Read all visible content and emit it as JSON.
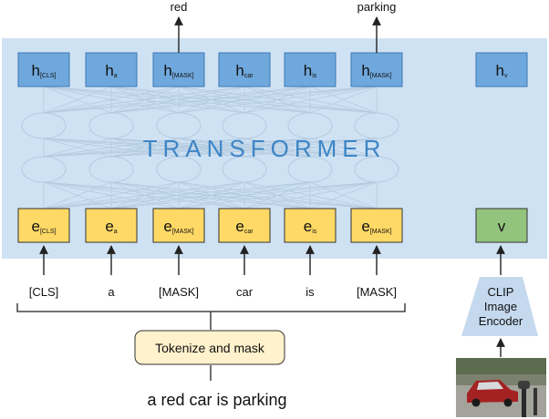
{
  "outputs": {
    "red": "red",
    "parking": "parking"
  },
  "transformer": {
    "label": "TRANSFORMER",
    "hidden": [
      {
        "base": "h",
        "sub": "[CLS]"
      },
      {
        "base": "h",
        "sub": "a"
      },
      {
        "base": "h",
        "sub": "[MASK]"
      },
      {
        "base": "h",
        "sub": "car"
      },
      {
        "base": "h",
        "sub": "is"
      },
      {
        "base": "h",
        "sub": "[MASK]"
      },
      {
        "base": "h",
        "sub": "v"
      }
    ],
    "embeddings": [
      {
        "base": "e",
        "sub": "[CLS]"
      },
      {
        "base": "e",
        "sub": "a"
      },
      {
        "base": "e",
        "sub": "[MASK]"
      },
      {
        "base": "e",
        "sub": "car"
      },
      {
        "base": "e",
        "sub": "is"
      },
      {
        "base": "e",
        "sub": "[MASK]"
      }
    ],
    "visual_embedding": "v"
  },
  "tokens": [
    "[CLS]",
    "a",
    "[MASK]",
    "car",
    "is",
    "[MASK]"
  ],
  "tokenizer": {
    "label": "Tokenize and mask"
  },
  "sentence": "a red car is parking",
  "clip_encoder": {
    "line1": "CLIP",
    "line2": "Image",
    "line3": "Encoder"
  },
  "colors": {
    "panel": "#cfe2f3",
    "hidden_fill": "#6fa8dc",
    "hidden_stroke": "#3d78b5",
    "embed_fill": "#ffd966",
    "embed_stroke": "#333333",
    "visual_fill": "#93c47d",
    "transformer_text": "#3d85c6",
    "clip_fill": "#c5d9ee",
    "tokenizer_fill": "#fff2cc",
    "network_lines": "#b4cbe0"
  }
}
